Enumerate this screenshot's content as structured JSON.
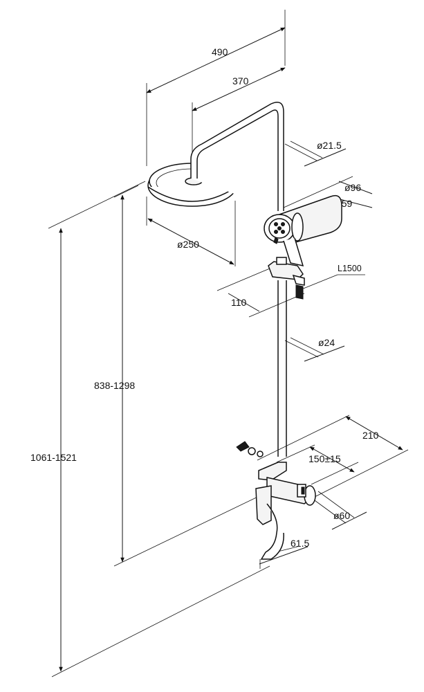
{
  "dimensions": {
    "overall_width": "490",
    "arm_reach": "370",
    "pipe_top_dia": "ø21.5",
    "hand_shower_dia": "ø96",
    "hand_shower_square": "⊠59",
    "head_dia": "ø250",
    "hose_length": "L1500",
    "holder_offset": "110",
    "pipe_dia": "ø24",
    "height_range_inner": "838-1298",
    "height_range_total": "1061-1521",
    "depth": "210",
    "inlet_spacing": "150±15",
    "escutcheon_dia": "ø60",
    "spout_offset": "61.5"
  }
}
